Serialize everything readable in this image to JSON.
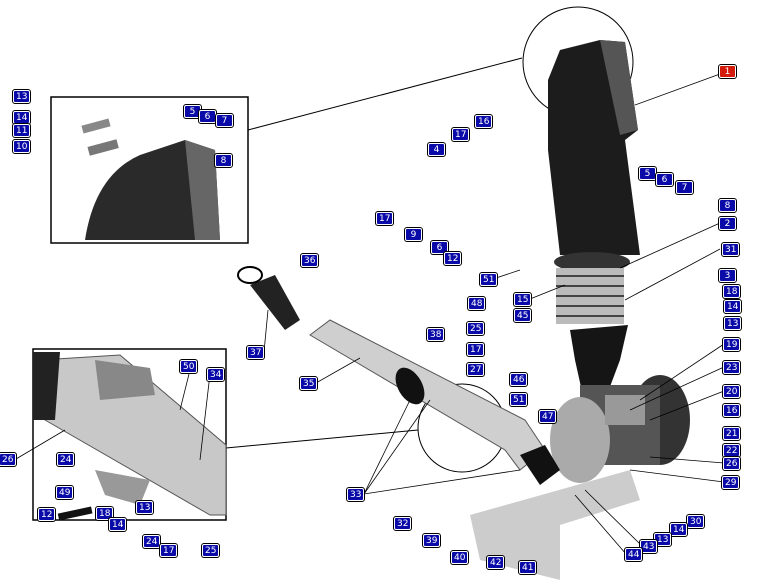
{
  "diagram": {
    "highlighted_color": "#d41a0a",
    "callout_color": "#0a0aa8",
    "callouts": [
      "1",
      "13",
      "14",
      "11",
      "10",
      "5",
      "6",
      "7",
      "8",
      "16",
      "17",
      "4",
      "17",
      "9",
      "6",
      "12",
      "51",
      "5",
      "6",
      "7",
      "8",
      "2",
      "31",
      "3",
      "18",
      "14",
      "13",
      "15",
      "48",
      "45",
      "25",
      "17",
      "27",
      "46",
      "51",
      "47",
      "19",
      "23",
      "20",
      "16",
      "21",
      "22",
      "26",
      "29",
      "30",
      "14",
      "13",
      "43",
      "44",
      "36",
      "37",
      "35",
      "38",
      "33",
      "32",
      "39",
      "40",
      "42",
      "41",
      "50",
      "34",
      "26",
      "24",
      "49",
      "18",
      "14",
      "13",
      "12",
      "24",
      "17",
      "25"
    ],
    "highlighted": [
      "1"
    ]
  }
}
